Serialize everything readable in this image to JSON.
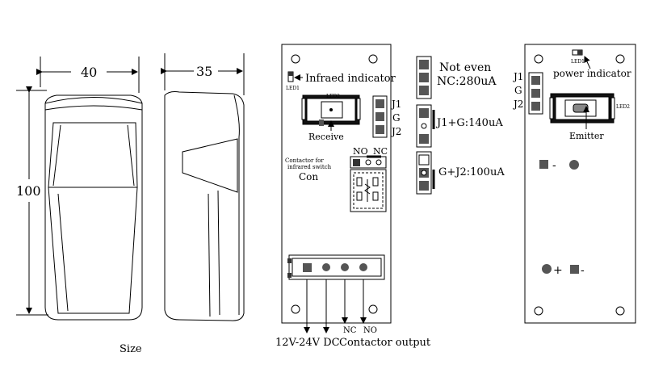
{
  "size_view": {
    "width": "40",
    "depth": "35",
    "height": "100",
    "caption": "Size"
  },
  "receiver_board": {
    "led1_label": "LED1",
    "infrared_indicator": "Infraed indicator",
    "led2_label": "LED2",
    "receive_label": "Receive",
    "j1": "J1",
    "g": "G",
    "j2": "J2",
    "no": "NO",
    "nc": "NC",
    "contactor_note_1": "Contactor for",
    "contactor_note_2": "infrared switch",
    "con": "Con",
    "power_label": "12V-24V DC",
    "nc_bottom": "NC",
    "no_bottom": "NO",
    "contactor_output": "Contactor output"
  },
  "jumper_settings": [
    {
      "line1": "Not even",
      "line2": "NC:280uA"
    },
    {
      "line1": "J1+G:140uA",
      "line2": ""
    },
    {
      "line1": "G+J2:100uA",
      "line2": ""
    }
  ],
  "emitter_board": {
    "j1": "J1",
    "g": "G",
    "j2": "J2",
    "led1_label": "LED1",
    "power_indicator": "power indicator",
    "led2_label": "LED2",
    "emitter_label": "Emitter",
    "minus_top": "-",
    "plus_bottom": "+",
    "minus_bottom": "-"
  }
}
